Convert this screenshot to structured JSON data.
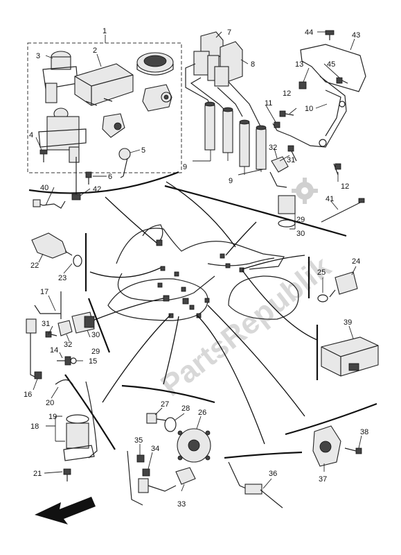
{
  "watermark": "PartsRepublik",
  "labels": {
    "p1": "1",
    "p2": "2",
    "p3": "3",
    "p4": "4",
    "p5": "5",
    "p6": "6",
    "p7": "7",
    "p8": "8",
    "p9a": "9",
    "p9b": "9",
    "p10": "10",
    "p11": "11",
    "p12a": "12",
    "p12b": "12",
    "p13": "13",
    "p14": "14",
    "p15": "15",
    "p16": "16",
    "p17": "17",
    "p18": "18",
    "p19": "19",
    "p20": "20",
    "p21": "21",
    "p22": "22",
    "p23": "23",
    "p24": "24",
    "p25": "25",
    "p26": "26",
    "p27": "27",
    "p28": "28",
    "p29a": "29",
    "p29b": "29",
    "p30a": "30",
    "p30b": "30",
    "p31a": "31",
    "p31b": "31",
    "p32a": "32",
    "p32b": "32",
    "p33": "33",
    "p34": "34",
    "p35": "35",
    "p36": "36",
    "p37": "37",
    "p38": "38",
    "p39": "39",
    "p40": "40",
    "p41": "41",
    "p42": "42",
    "p43": "43",
    "p44": "44",
    "p45": "45"
  },
  "icons": {
    "direction_arrow": "front-arrow-icon",
    "gear": "gear-icon"
  }
}
